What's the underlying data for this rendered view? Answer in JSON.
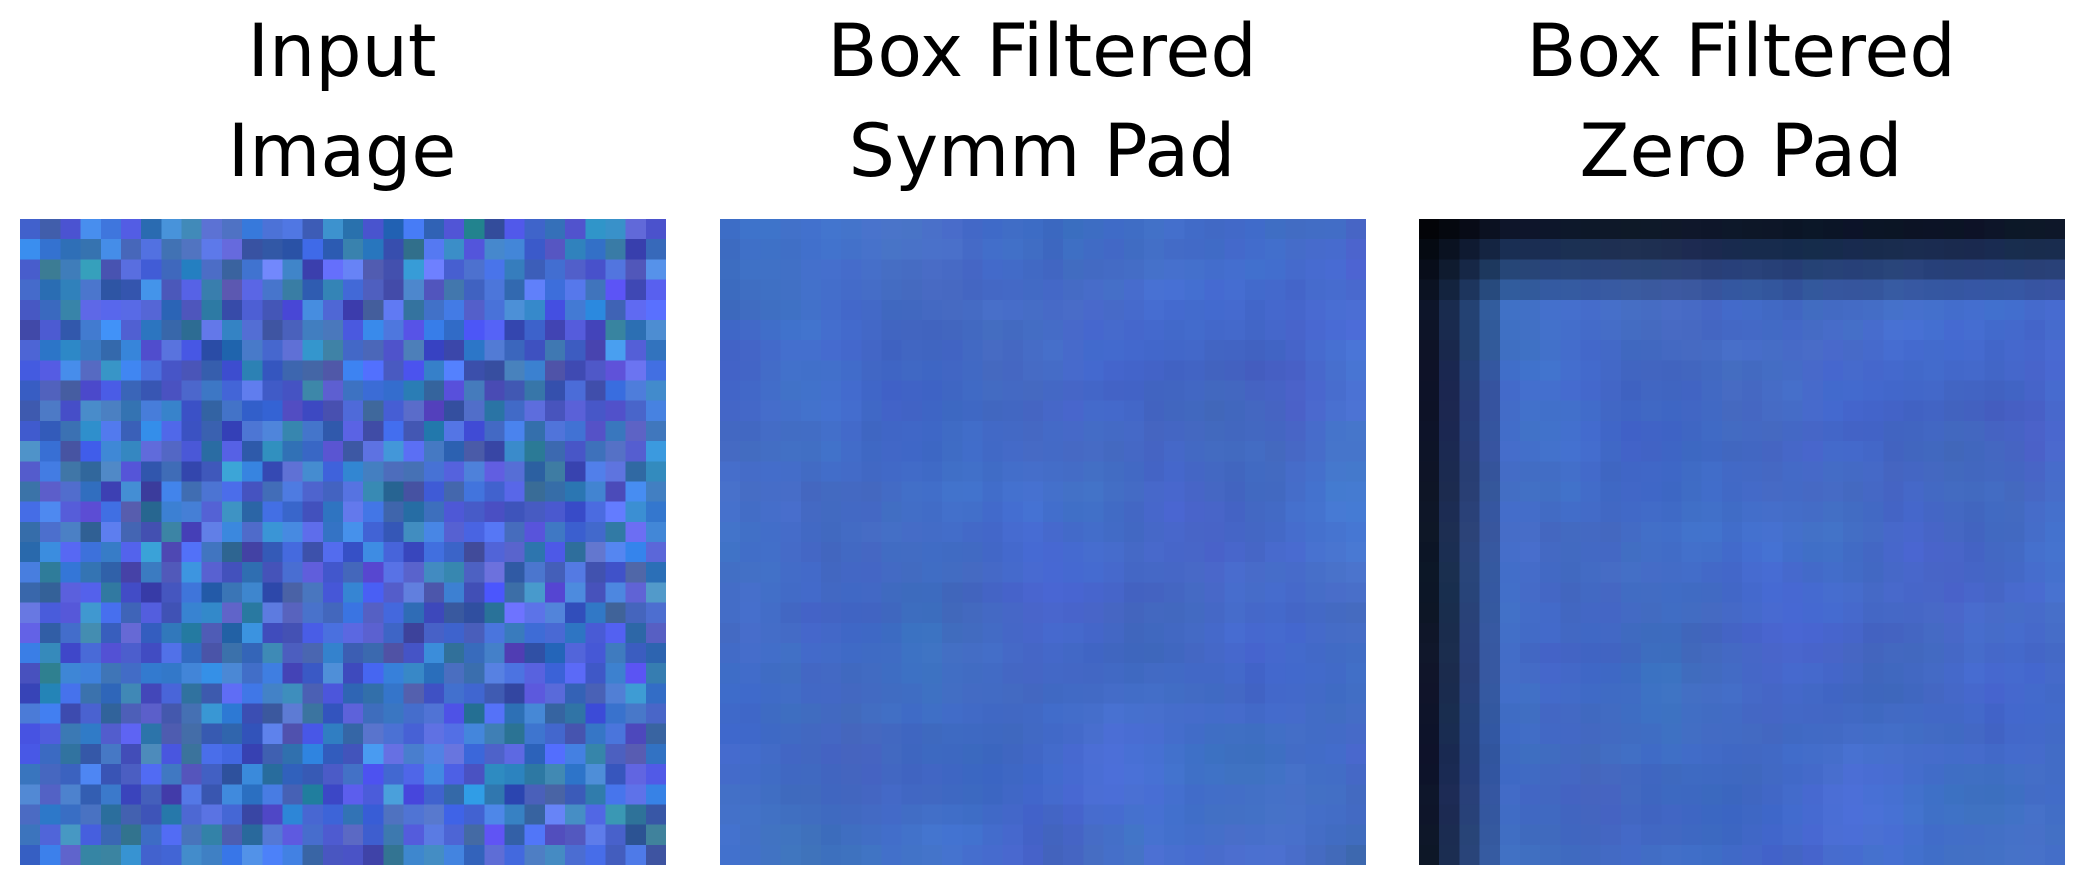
{
  "panels": [
    {
      "title_line1": "Input",
      "title_line2": "Image",
      "kind": "input"
    },
    {
      "title_line1": "Box Filtered",
      "title_line2": "Symm Pad",
      "kind": "box_symmetric"
    },
    {
      "title_line1": "Box Filtered",
      "title_line2": "Zero Pad",
      "kind": "box_zero"
    }
  ],
  "image": {
    "grid_cells": 32,
    "filter_size": 5,
    "base_color": "#4a62c4",
    "tint_colors": [
      "#3f55c8",
      "#2f86c6",
      "#5a6ad8",
      "#3a7fd0",
      "#4b4fd2",
      "#2f8fae"
    ]
  }
}
